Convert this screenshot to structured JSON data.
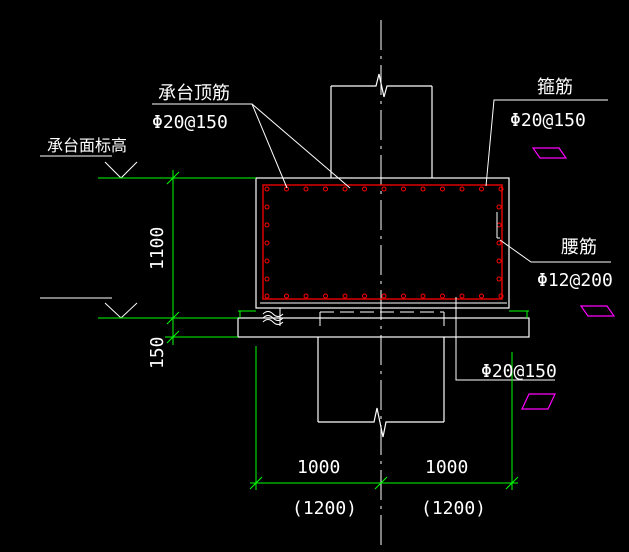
{
  "colors": {
    "background": "#000000",
    "outline": "#ffffff",
    "rebar": "#ff0000",
    "dimension": "#00ff00",
    "marker": "#ff00ff"
  },
  "labels": {
    "top_rebar": "承台顶筋",
    "top_rebar_spec": "Φ20@150",
    "stirrup": "箍筋",
    "stirrup_spec": "Φ20@150",
    "cap_top_elevation": "承台面标高",
    "waist_rebar": "腰筋",
    "waist_rebar_spec": "Φ12@200",
    "bottom_rebar_spec": "Φ20@150"
  },
  "dimensions": {
    "cap_height": "1100",
    "cushion_thickness": "150",
    "left_width": "1000",
    "right_width": "1000",
    "left_width_alt": "(1200)",
    "right_width_alt": "(1200)"
  }
}
